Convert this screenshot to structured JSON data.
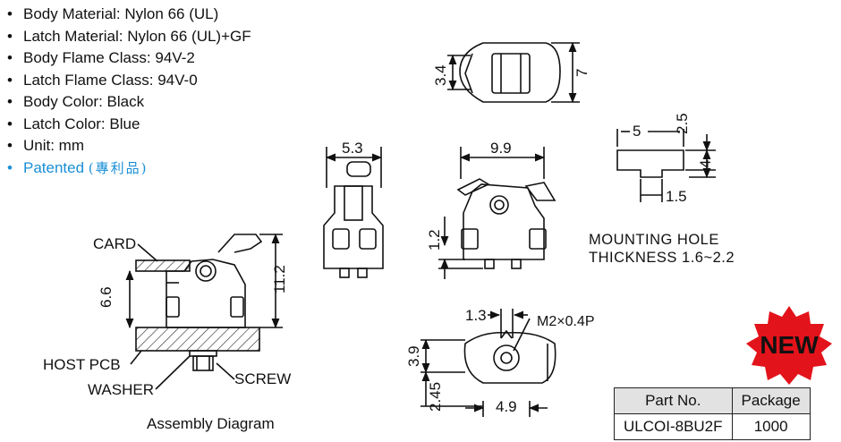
{
  "specs": [
    {
      "bullet": "•",
      "text": "Body Material: Nylon 66 (UL)"
    },
    {
      "bullet": "•",
      "text": "Latch Material: Nylon 66 (UL)+GF"
    },
    {
      "bullet": "•",
      "text": "Body Flame Class: 94V-2"
    },
    {
      "bullet": "•",
      "text": "Latch Flame Class: 94V-0"
    },
    {
      "bullet": "•",
      "text": "Body Color: Black"
    },
    {
      "bullet": "•",
      "text": "Latch Color: Blue"
    },
    {
      "bullet": "•",
      "text": "Unit: mm"
    }
  ],
  "patented": {
    "bullet": "•",
    "text": "Patented",
    "cjk": "(專利品)",
    "color": "#1a8fd6"
  },
  "assembly": {
    "card": "CARD",
    "host_pcb": "HOST PCB",
    "washer": "WASHER",
    "screw": "SCREW",
    "dim_height": "11.2",
    "dim_card": "6.6",
    "caption": "Assembly Diagram"
  },
  "views": {
    "front_width": "5.3",
    "side_width": "9.9",
    "side_height": "1.2",
    "top_d1": "3.4",
    "top_d2": "7",
    "bottom_d1": "1.3",
    "bottom_d2": "3.9",
    "bottom_d3": "2.45",
    "bottom_d4": "4.9",
    "bottom_thread": "M2×0.4P"
  },
  "mounting_hole": {
    "d_width": "5",
    "d_top": "2.5",
    "d_height": "4",
    "d_slot": "1.5",
    "line1": "MOUNTING HOLE",
    "line2": "THICKNESS 1.6~2.2"
  },
  "badge": {
    "text": "NEW",
    "color": "#e3131b"
  },
  "parts_table": {
    "headers": [
      "Part No.",
      "Package"
    ],
    "rows": [
      [
        "ULCOI-8BU2F",
        "1000"
      ]
    ]
  }
}
